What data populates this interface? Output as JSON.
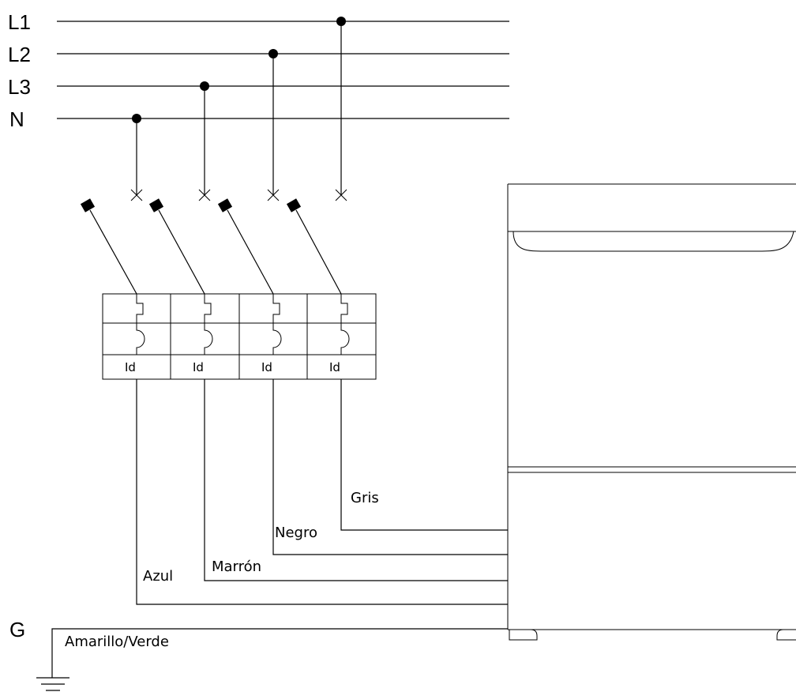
{
  "buses": [
    {
      "label": "L1"
    },
    {
      "label": "L2"
    },
    {
      "label": "L3"
    },
    {
      "label": "N"
    }
  ],
  "ground": {
    "label": "G",
    "wire_label": "Amarillo/Verde"
  },
  "breaker": {
    "poles": [
      {
        "id_label": "Id",
        "wire_label": "Azul"
      },
      {
        "id_label": "Id",
        "wire_label": "Marrón"
      },
      {
        "id_label": "Id",
        "wire_label": "Negro"
      },
      {
        "id_label": "Id",
        "wire_label": "Gris"
      }
    ]
  }
}
